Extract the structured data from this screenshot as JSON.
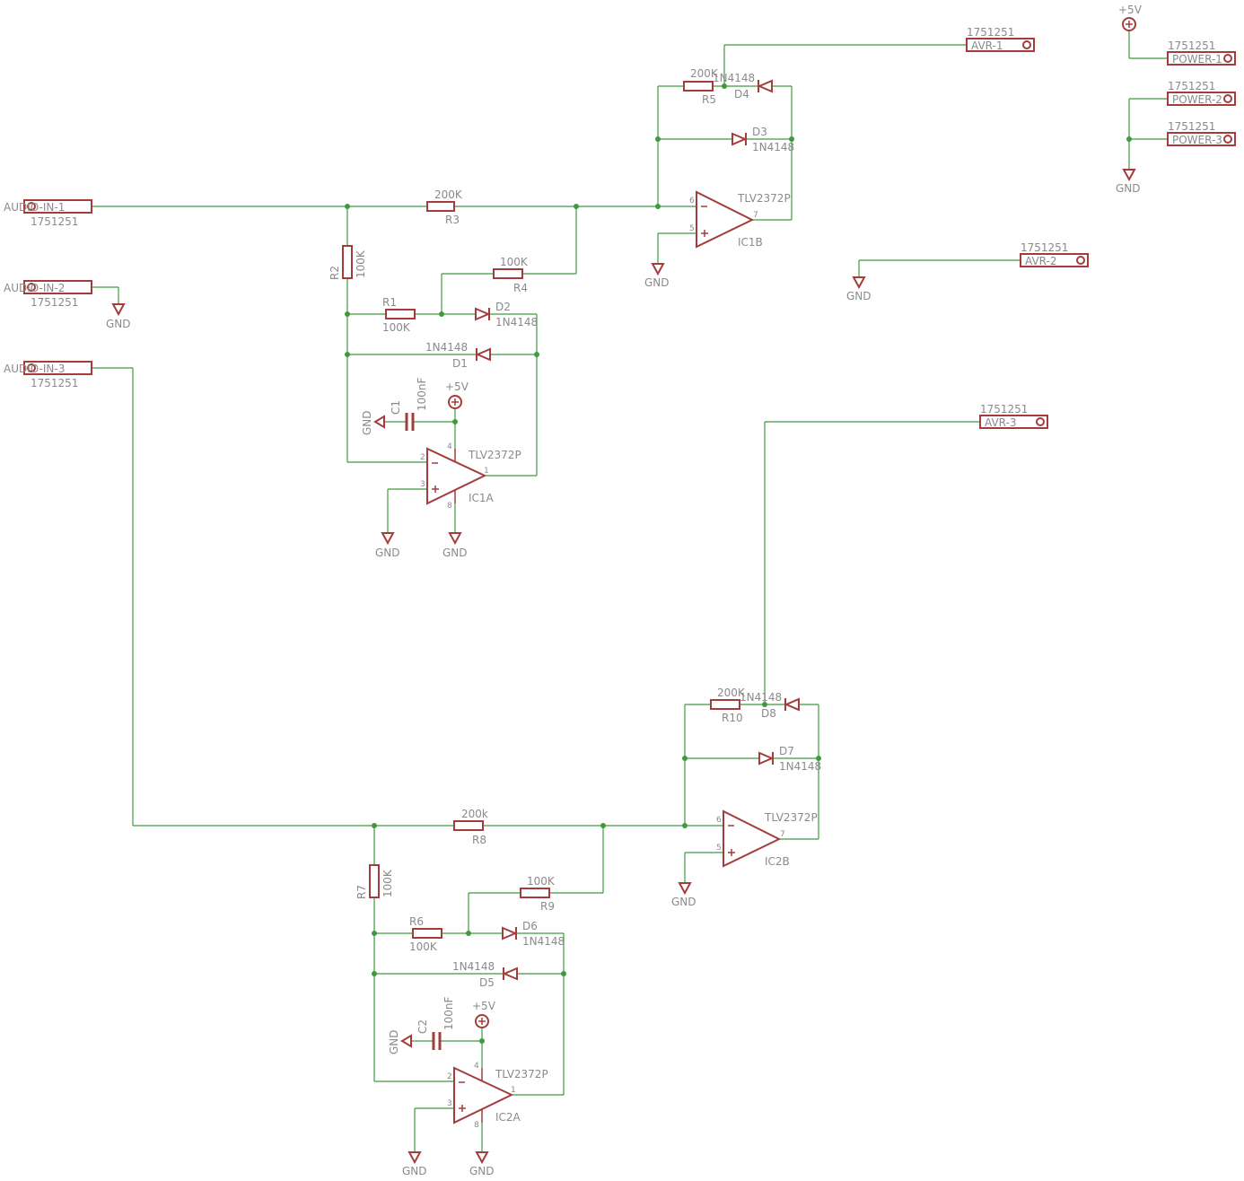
{
  "colors": {
    "wire": "#3f9a3f",
    "part": "#a43c3c",
    "label": "#8a8a8a",
    "junction": "#3f9a3f"
  },
  "connectors": {
    "audio_in_1": {
      "name": "AUDIO-IN-1",
      "part": "1751251"
    },
    "audio_in_2": {
      "name": "AUDIO-IN-2",
      "part": "1751251"
    },
    "audio_in_3": {
      "name": "AUDIO-IN-3",
      "part": "1751251"
    },
    "avr_1": {
      "name": "AVR-1",
      "part": "1751251"
    },
    "avr_2": {
      "name": "AVR-2",
      "part": "1751251"
    },
    "avr_3": {
      "name": "AVR-3",
      "part": "1751251"
    },
    "power_1": {
      "name": "POWER-1",
      "part": "1751251"
    },
    "power_2": {
      "name": "POWER-2",
      "part": "1751251"
    },
    "power_3": {
      "name": "POWER-3",
      "part": "1751251"
    }
  },
  "resistors": {
    "r1": {
      "name": "R1",
      "value": "100K"
    },
    "r2": {
      "name": "R2",
      "value": "100K"
    },
    "r3": {
      "name": "R3",
      "value": "200K"
    },
    "r4": {
      "name": "R4",
      "value": "100K"
    },
    "r5": {
      "name": "R5",
      "value": "200K"
    },
    "r6": {
      "name": "R6",
      "value": "100K"
    },
    "r7": {
      "name": "R7",
      "value": "100K"
    },
    "r8": {
      "name": "R8",
      "value": "200k"
    },
    "r9": {
      "name": "R9",
      "value": "100K"
    },
    "r10": {
      "name": "R10",
      "value": "200K"
    }
  },
  "diodes": {
    "d1": {
      "name": "D1",
      "value": "1N4148"
    },
    "d2": {
      "name": "D2",
      "value": "1N4148"
    },
    "d3": {
      "name": "D3",
      "value": "1N4148"
    },
    "d4": {
      "name": "D4",
      "value": "1N4148"
    },
    "d5": {
      "name": "D5",
      "value": "1N4148"
    },
    "d6": {
      "name": "D6",
      "value": "1N4148"
    },
    "d7": {
      "name": "D7",
      "value": "1N4148"
    },
    "d8": {
      "name": "D8",
      "value": "1N4148"
    }
  },
  "capacitors": {
    "c1": {
      "name": "C1",
      "value": "100nF"
    },
    "c2": {
      "name": "C2",
      "value": "100nF"
    }
  },
  "opamps": {
    "ic1a": {
      "name": "IC1A",
      "value": "TLV2372P",
      "pins": {
        "inv": "2",
        "noninv": "3",
        "out": "1",
        "vcc": "4",
        "vee": "8"
      }
    },
    "ic1b": {
      "name": "IC1B",
      "value": "TLV2372P",
      "pins": {
        "inv": "6",
        "noninv": "5",
        "out": "7"
      }
    },
    "ic2a": {
      "name": "IC2A",
      "value": "TLV2372P",
      "pins": {
        "inv": "2",
        "noninv": "3",
        "out": "1",
        "vcc": "4",
        "vee": "8"
      }
    },
    "ic2b": {
      "name": "IC2B",
      "value": "TLV2372P",
      "pins": {
        "inv": "6",
        "noninv": "5",
        "out": "7"
      }
    }
  },
  "supply": {
    "gnd": "GND",
    "vcc": "+5V"
  }
}
